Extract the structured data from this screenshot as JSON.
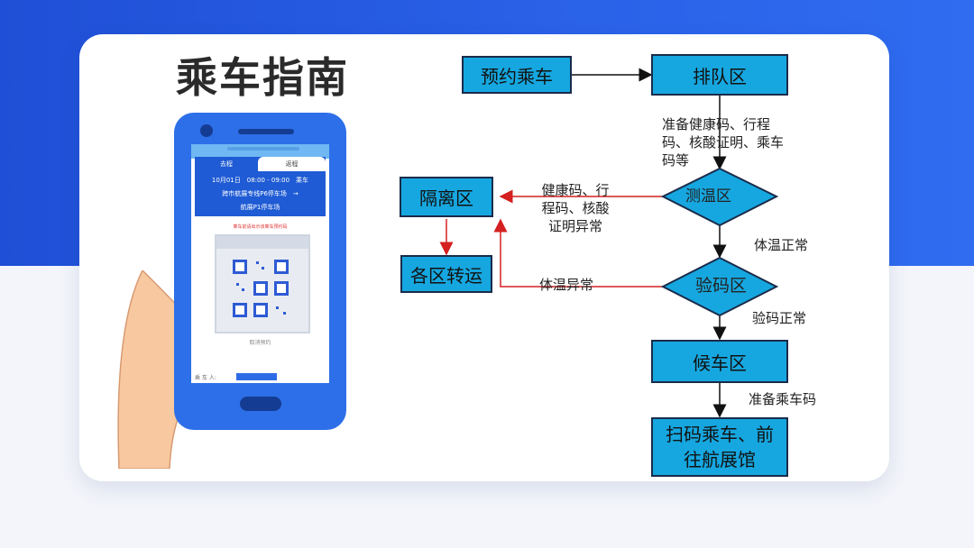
{
  "page": {
    "title": "乘车指南"
  },
  "phone": {
    "tab_go": "去程",
    "tab_return": "返程",
    "trip_time": "10月01日　08:00 - 09:00　乘车",
    "trip_route": "跨市航展专线P6停车场　→",
    "trip_dest": "航展P1停车场",
    "notice": "乘车前请出示该乘车预约码",
    "qr_caption": "取消预约",
    "passenger_label": "乘 车 人:"
  },
  "flow": {
    "nodes": {
      "reserve": "预约乘车",
      "queue": "排队区",
      "temp_check": "测温区",
      "code_check": "验码区",
      "wait": "候车区",
      "board": "扫码乘车、前往航展馆",
      "isolation": "隔离区",
      "transfer": "各区转运"
    },
    "edges": {
      "prepare_codes": "准备健康码、行程码、核酸证明、乘车码等",
      "temp_normal": "体温正常",
      "code_normal": "验码正常",
      "prepare_ride_code": "准备乘车码",
      "code_abnormal": "健康码、行程码、核酸证明异常",
      "temp_abnormal": "体温异常"
    },
    "colors": {
      "box_fill": "#16a7e0",
      "abnormal_arrow": "#d42020",
      "normal_arrow": "#111111"
    }
  }
}
